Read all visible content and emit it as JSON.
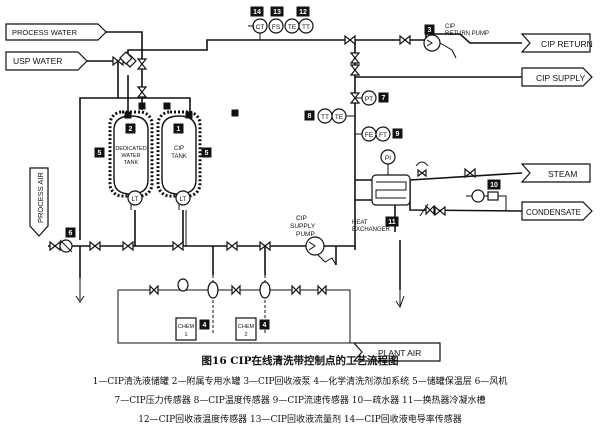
{
  "labels": {
    "process_water": "PROCESS WATER",
    "usp_water": "USP WATER",
    "process_air": "PROCESS AIR",
    "cip_return": "CIP RETURN",
    "cip_supply": "CIP SUPPLY",
    "steam": "STEAM",
    "condensate": "CONDENSATE",
    "plant_air": "PLANT AIR",
    "cip_return_pump": [
      "CIP",
      "RETURN PUMP"
    ],
    "dedicated_tank": [
      "DEDICATED",
      "WATER",
      "TANK"
    ],
    "cip_tank": [
      "CIP",
      "TANK"
    ],
    "heat_exchanger": [
      "HEAT",
      "EXCHANGER"
    ],
    "cip_supply_pump": [
      "CIP",
      "SUPPLY",
      "PUMP"
    ],
    "chem1": [
      "CHEM",
      "1"
    ],
    "chem2": [
      "CHEM",
      "2"
    ]
  },
  "instruments": {
    "ct": "CT",
    "fs": "FS",
    "te": "TE",
    "tt": "TT",
    "pt": "PT",
    "fe": "FE",
    "ft": "FT",
    "pi": "PI",
    "lt": "LT"
  },
  "callouts": {
    "n1": "1",
    "n2": "2",
    "n3": "3",
    "n4": "4",
    "n4b": "4",
    "n5": "5",
    "n5b": "5",
    "n6": "6",
    "n7": "7",
    "n8": "8",
    "n9": "9",
    "n10": "10",
    "n11": "11",
    "n12": "12",
    "n13": "13",
    "n14": "14"
  },
  "caption": "图16   CIP在线清洗带控制点的工艺流程图",
  "legend": [
    "1—CIP清洗液储罐   2—附属专用水罐   3—CIP回收液泵   4—化学清洗剂添加系统   5—储罐保温层   6—风机",
    "7—CIP压力传感器   8—CIP温度传感器   9—CIP流速传感器   10—疏水器   11—换热器冷凝水槽",
    "12—CIP回收液温度传感器   13—CIP回收液流量剂   14—CIP回收液电导率传感器"
  ]
}
